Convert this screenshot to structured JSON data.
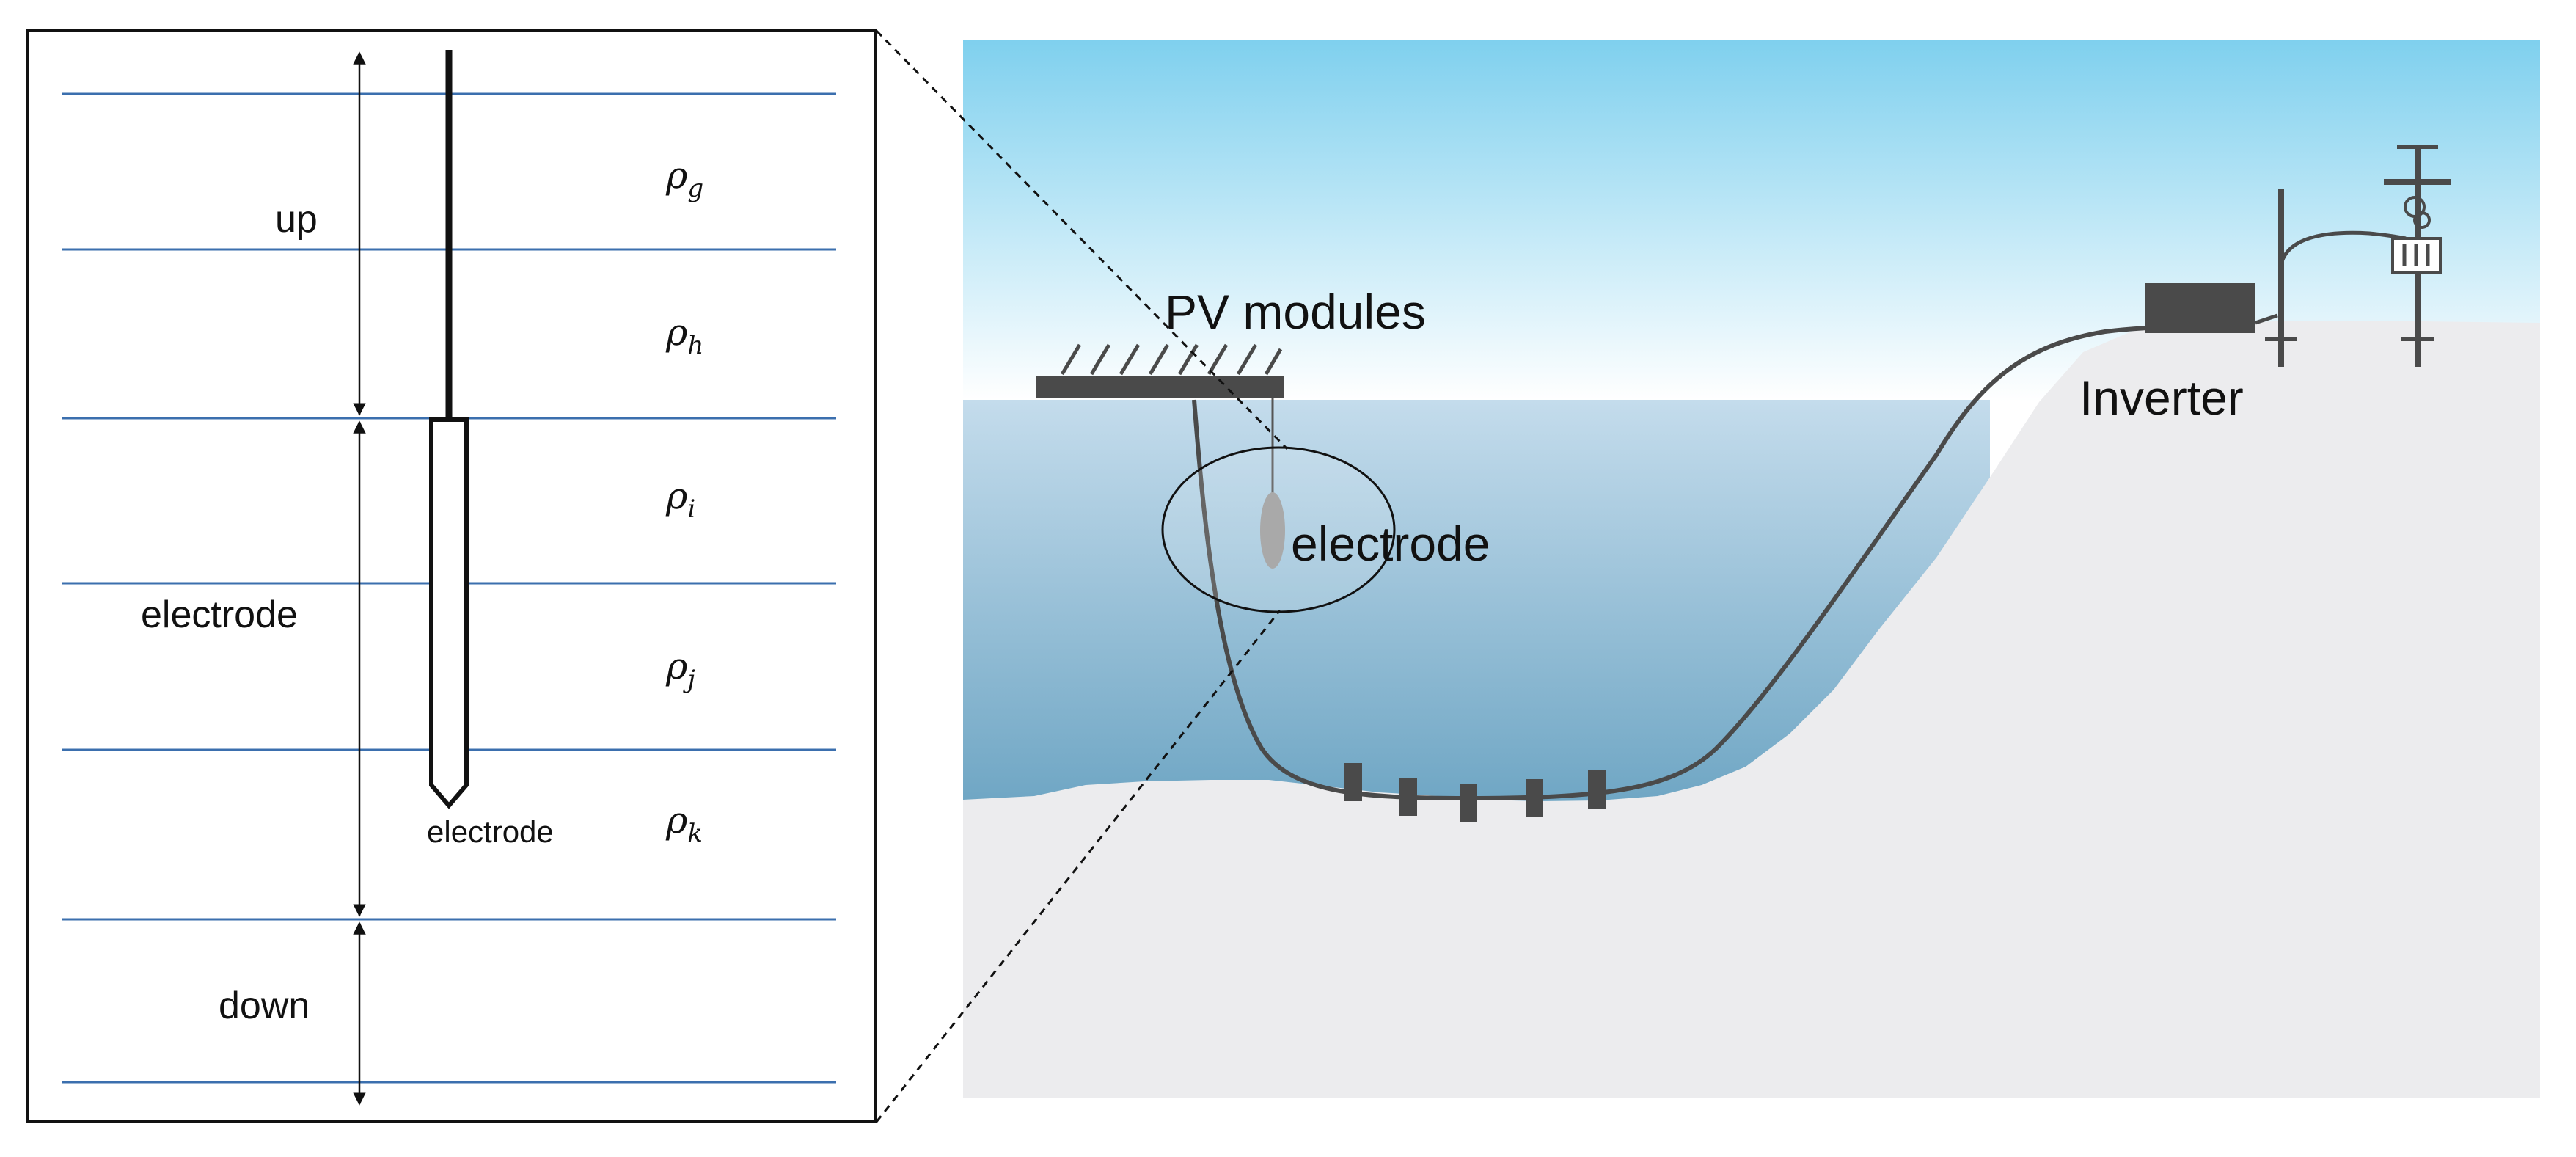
{
  "left_panel": {
    "labels": {
      "up": "up",
      "electrode_side": "electrode",
      "electrode_tip": "electrode",
      "down": "down"
    },
    "resistivities": [
      {
        "symbol": "ρ",
        "sub": "g"
      },
      {
        "symbol": "ρ",
        "sub": "h"
      },
      {
        "symbol": "ρ",
        "sub": "i"
      },
      {
        "symbol": "ρ",
        "sub": "j"
      },
      {
        "symbol": "ρ",
        "sub": "k"
      }
    ],
    "layer_line_color": "#3b6fae"
  },
  "right_panel": {
    "labels": {
      "pv": "PV modules",
      "electrode": "electrode",
      "inverter": "Inverter"
    },
    "colors": {
      "sky_top": "#7fd0ee",
      "sky_bottom": "#ffffff",
      "water_top": "#c4dcec",
      "water_bottom": "#6fa6c4",
      "ground": "#ececee",
      "equipment": "#4a4a4a"
    }
  }
}
